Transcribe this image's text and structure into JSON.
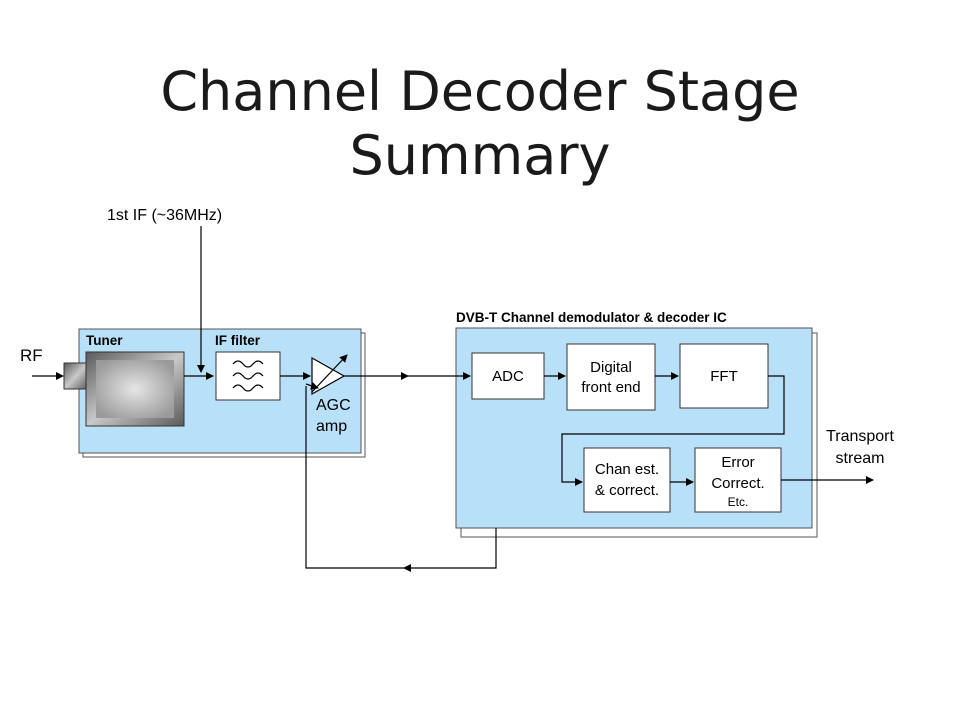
{
  "title": {
    "line1": "Channel Decoder Stage",
    "line2": "Summary"
  },
  "labels": {
    "rf": "RF",
    "first_if": "1st IF (~36MHz)",
    "tuner": "Tuner",
    "if_filter": "IF filter",
    "agc_line1": "AGC",
    "agc_line2": "amp",
    "demod_ic": "DVB-T Channel demodulator & decoder IC",
    "transport_line1": "Transport",
    "transport_line2": "stream"
  },
  "blocks": {
    "adc": "ADC",
    "digital_front_end_line1": "Digital",
    "digital_front_end_line2": "front end",
    "fft": "FFT",
    "chan_est_line1": "Chan est.",
    "chan_est_line2": "& correct.",
    "error_correct_line1": "Error",
    "error_correct_line2": "Correct.",
    "error_correct_line3": "Etc."
  },
  "colors": {
    "panel_fill": "#b8e0f8",
    "block_fill": "#ffffff",
    "line": "#000000"
  }
}
